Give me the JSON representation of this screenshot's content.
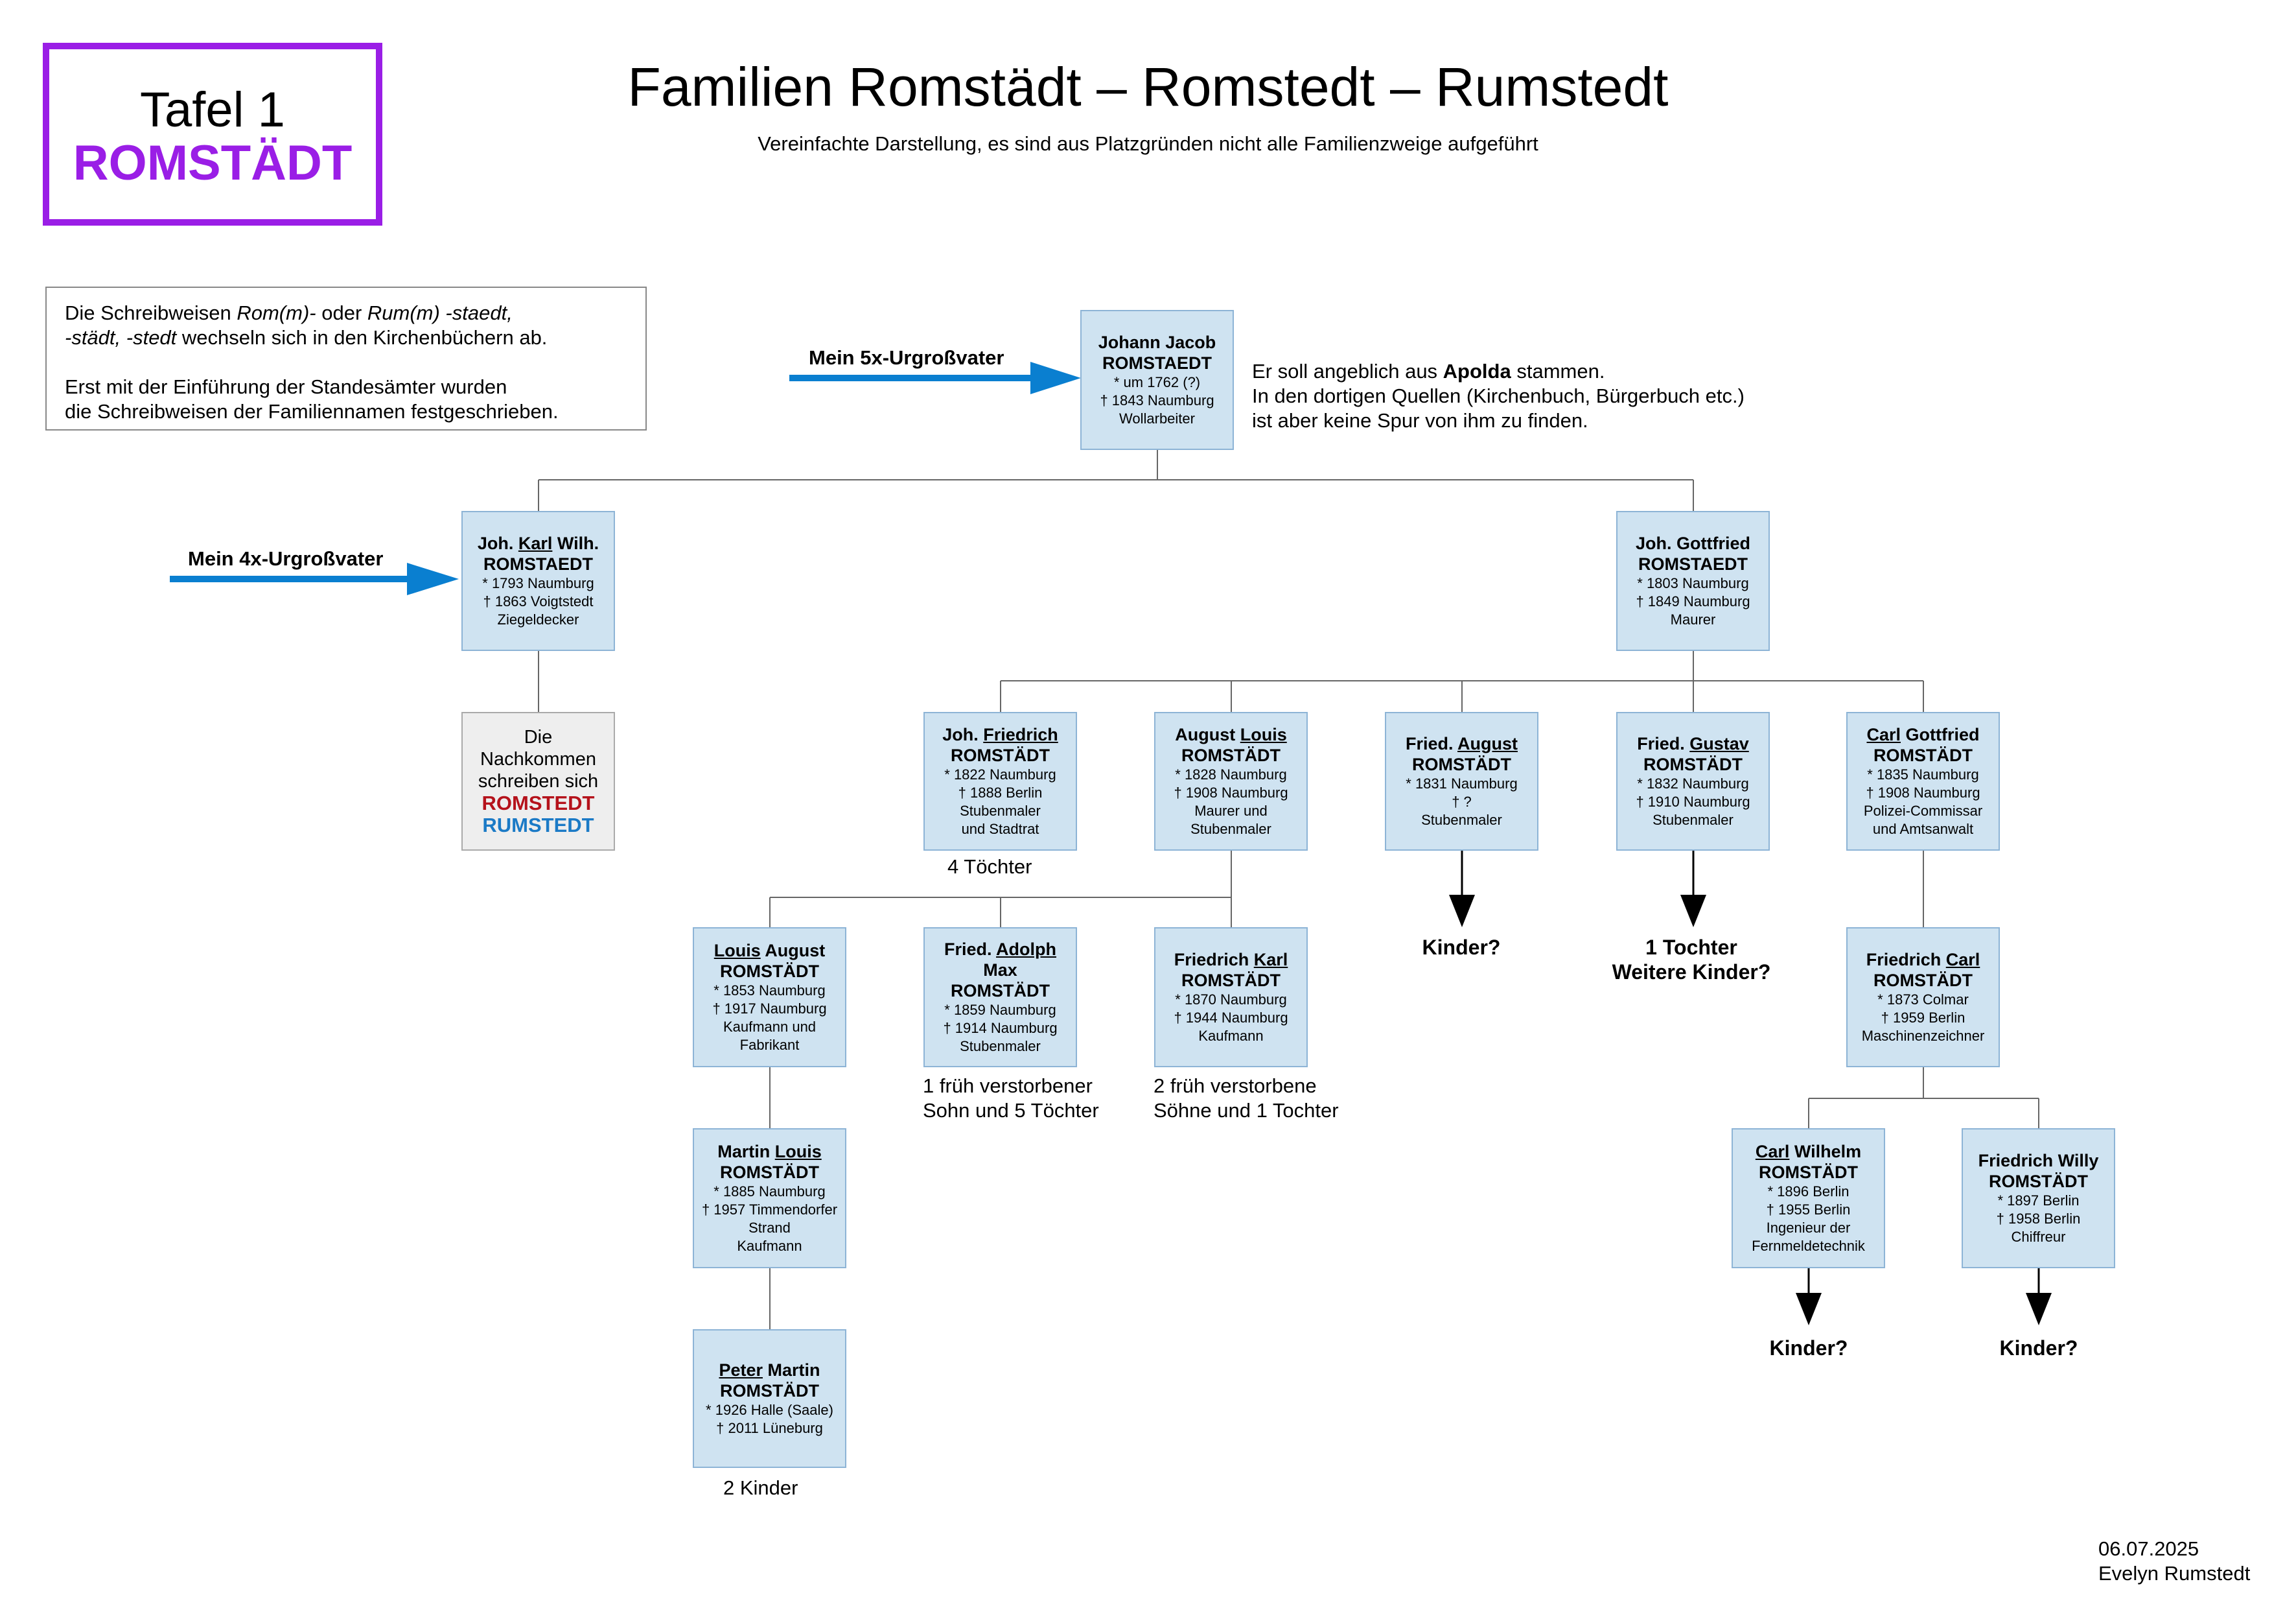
{
  "tafel": {
    "line1": "Tafel 1",
    "line2": "ROMSTÄDT"
  },
  "title": "Familien Romstädt – Romstedt – Rumstedt",
  "subtitle": "Vereinfachte Darstellung, es sind aus Platzgründen nicht alle Familienzweige aufgeführt",
  "note": {
    "line1_a": "Die Schreibweisen ",
    "line1_b": "Rom(m)-",
    "line1_c": " oder ",
    "line1_d": "Rum(m) -staedt,",
    "line2_a": "-städt, -stedt",
    "line2_b": " wechseln sich in den Kirchenbüchern ab.",
    "line3": "Erst mit der Einführung der Standesämter wurden",
    "line4": "die Schreibweisen der Familiennamen festgeschrieben."
  },
  "arrows": {
    "gen5_label": "Mein 5x-Urgroßvater",
    "gen4_label": "Mein 4x-Urgroßvater",
    "arrow_color": "#0a7fd0"
  },
  "apolda_note": {
    "line1_a": "Er soll angeblich aus ",
    "line1_b": "Apolda",
    "line1_c": " stammen.",
    "line2": "In den dortigen Quellen (Kirchenbuch, Bürgerbuch etc.)",
    "line3": "ist aber keine Spur von ihm zu finden."
  },
  "persons": {
    "johann_jacob": {
      "name": "Johann Jacob",
      "surname": "ROMSTAEDT",
      "born": "* um 1762 (?)",
      "died": "† 1843 Naumburg",
      "job": "Wollarbeiter"
    },
    "karl_wilh": {
      "name_pre": "Joh. ",
      "name_u": "Karl",
      "name_post": " Wilh.",
      "surname": "ROMSTAEDT",
      "born": "* 1793 Naumburg",
      "died": "† 1863 Voigtstedt",
      "job": "Ziegeldecker"
    },
    "gottfried": {
      "name": "Joh. Gottfried",
      "surname": "ROMSTAEDT",
      "born": "* 1803 Naumburg",
      "died": "† 1849 Naumburg",
      "job": "Maurer"
    },
    "nachkommen": {
      "l1": "Die",
      "l2": "Nachkommen",
      "l3": "schreiben sich",
      "red": "ROMSTEDT",
      "blue": "RUMSTEDT"
    },
    "friedrich": {
      "name_pre": "Joh. ",
      "name_u": "Friedrich",
      "surname": "ROMSTÄDT",
      "born": "* 1822 Naumburg",
      "died": "† 1888 Berlin",
      "job1": "Stubenmaler",
      "job2": "und Stadtrat"
    },
    "august_louis": {
      "name_pre": "August ",
      "name_u": "Louis",
      "surname": "ROMSTÄDT",
      "born": "* 1828 Naumburg",
      "died": "† 1908 Naumburg",
      "job1": "Maurer und",
      "job2": "Stubenmaler"
    },
    "fried_august": {
      "name_pre": "Fried. ",
      "name_u": "August",
      "surname": "ROMSTÄDT",
      "born": "* 1831 Naumburg",
      "died": "† ?",
      "job": "Stubenmaler"
    },
    "fried_gustav": {
      "name_pre": "Fried. ",
      "name_u": "Gustav",
      "surname": "ROMSTÄDT",
      "born": "* 1832 Naumburg",
      "died": "† 1910 Naumburg",
      "job": "Stubenmaler"
    },
    "carl_gottfried": {
      "name_u": "Carl",
      "name_post": " Gottfried",
      "surname": "ROMSTÄDT",
      "born": "* 1835 Naumburg",
      "died": "† 1908 Naumburg",
      "job1": "Polizei-Commissar",
      "job2": "und Amtsanwalt"
    },
    "louis_august": {
      "name_u": "Louis",
      "name_post": " August",
      "surname": "ROMSTÄDT",
      "born": "* 1853 Naumburg",
      "died": "† 1917 Naumburg",
      "job1": "Kaufmann und",
      "job2": "Fabrikant"
    },
    "adolph": {
      "name_pre": "Fried. ",
      "name_u": "Adolph",
      "name2": "Max",
      "surname": "ROMSTÄDT",
      "born": "* 1859 Naumburg",
      "died": "† 1914 Naumburg",
      "job": "Stubenmaler"
    },
    "friedrich_karl": {
      "name_pre": "Friedrich ",
      "name_u": "Karl",
      "surname": "ROMSTÄDT",
      "born": "* 1870 Naumburg",
      "died": "† 1944 Naumburg",
      "job": "Kaufmann"
    },
    "friedrich_carl": {
      "name_pre": "Friedrich ",
      "name_u": "Carl",
      "surname": "ROMSTÄDT",
      "born": "* 1873 Colmar",
      "died": "† 1959 Berlin",
      "job": "Maschinenzeichner"
    },
    "martin_louis": {
      "name_pre": "Martin ",
      "name_u": "Louis",
      "surname": "ROMSTÄDT",
      "born": "* 1885 Naumburg",
      "died": "† 1957 Timmendorfer",
      "died2": "Strand",
      "job": "Kaufmann"
    },
    "carl_wilhelm": {
      "name_u": "Carl",
      "name_post": " Wilhelm",
      "surname": "ROMSTÄDT",
      "born": "* 1896 Berlin",
      "died": "† 1955 Berlin",
      "job1": "Ingenieur der",
      "job2": "Fernmeldetechnik"
    },
    "friedrich_willy": {
      "name": "Friedrich Willy",
      "surname": "ROMSTÄDT",
      "born": "* 1897 Berlin",
      "died": "† 1958 Berlin",
      "job": "Chiffreur"
    },
    "peter_martin": {
      "name_u": "Peter",
      "name_post": " Martin",
      "surname": "ROMSTÄDT",
      "born": "* 1926 Halle (Saale)",
      "died": "† 2011 Lüneburg"
    }
  },
  "labels": {
    "toechter4": "4 Töchter",
    "fried_adolph_kids_1": "1 früh verstorbener",
    "fried_adolph_kids_2": "Sohn und 5 Töchter",
    "fried_karl_kids_1": "2 früh verstorbene",
    "fried_karl_kids_2": "Söhne und 1 Tochter",
    "peter_kids": "2 Kinder",
    "kinder_august": "Kinder?",
    "gustav_kids_1": "1 Tochter",
    "gustav_kids_2": "Weitere Kinder?",
    "kinder_carl_wilhelm": "Kinder?",
    "kinder_friedrich_willy": "Kinder?"
  },
  "footer": {
    "date": "06.07.2025",
    "author": "Evelyn Rumstedt"
  }
}
